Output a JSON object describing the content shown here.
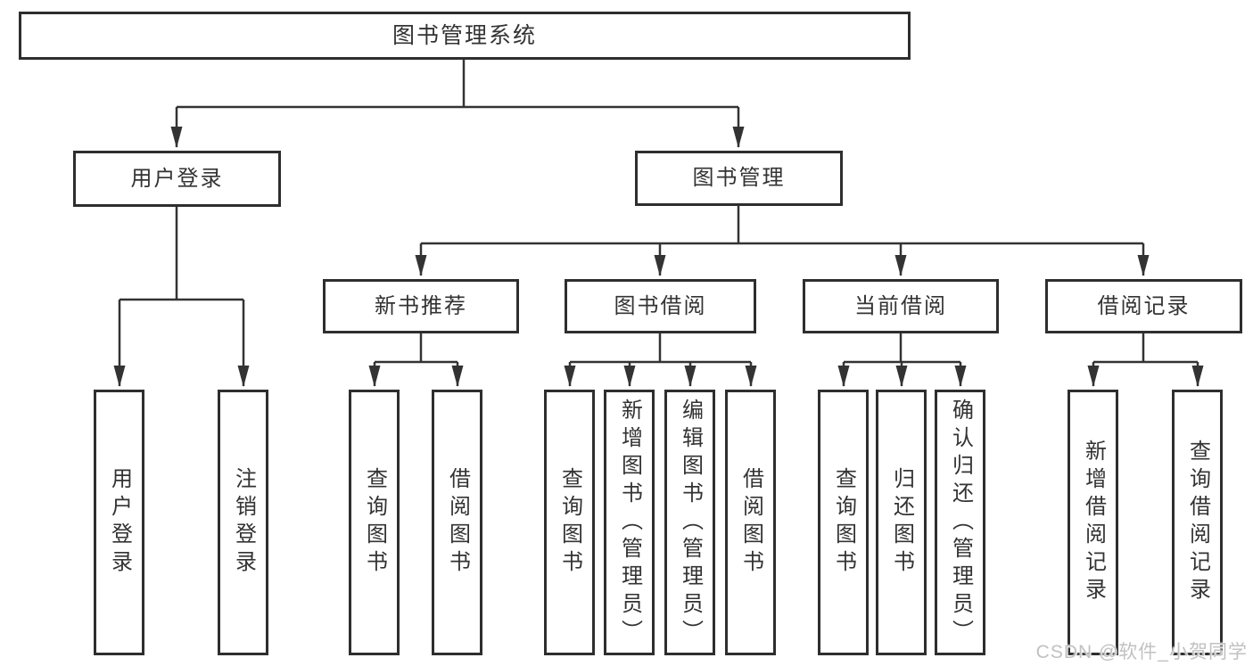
{
  "tree": {
    "root": {
      "label": "图书管理系统"
    },
    "branches": [
      {
        "label": "用户登录",
        "leaves": [
          {
            "label": "用户登录"
          },
          {
            "label": "注销登录"
          }
        ]
      },
      {
        "label": "图书管理",
        "groups": [
          {
            "label": "新书推荐",
            "leaves": [
              {
                "label": "查询图书"
              },
              {
                "label": "借阅图书"
              }
            ]
          },
          {
            "label": "图书借阅",
            "leaves": [
              {
                "label": "查询图书"
              },
              {
                "label": "新增图书（管理员）"
              },
              {
                "label": "编辑图书（管理员）"
              },
              {
                "label": "借阅图书"
              }
            ]
          },
          {
            "label": "当前借阅",
            "leaves": [
              {
                "label": "查询图书"
              },
              {
                "label": "归还图书"
              },
              {
                "label": "确认归还（管理员）"
              }
            ]
          },
          {
            "label": "借阅记录",
            "leaves": [
              {
                "label": "新增借阅记录"
              },
              {
                "label": "查询借阅记录"
              }
            ]
          }
        ]
      }
    ]
  },
  "watermark": {
    "text": "CSDN @软件_小贺同学"
  },
  "colors": {
    "line": "#333333",
    "node_border": "#2e2e2e",
    "text": "#333333",
    "background": "#ffffff",
    "watermark": "#c1c1c1"
  }
}
